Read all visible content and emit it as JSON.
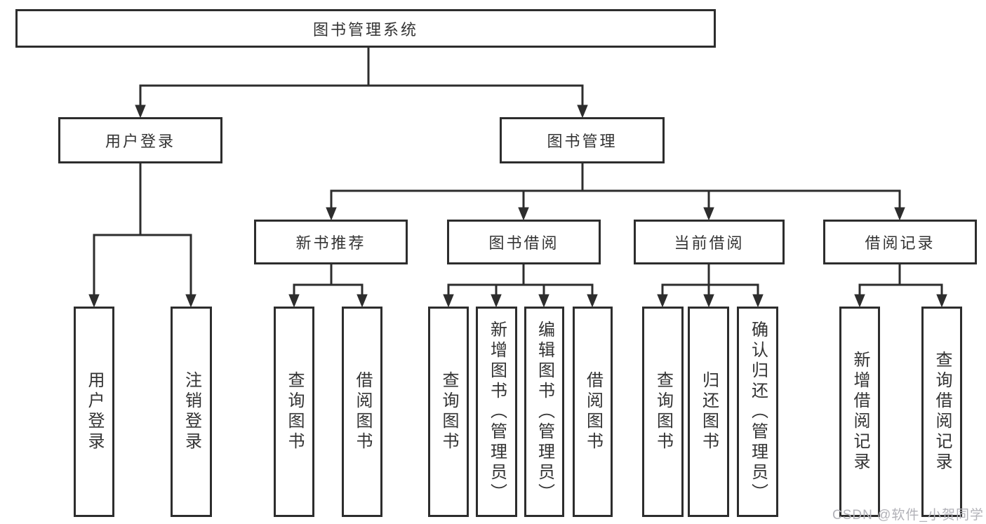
{
  "tree": {
    "label": "图书管理系统",
    "children": [
      {
        "label": "用户登录",
        "children": [
          {
            "label": "用户登录"
          },
          {
            "label": "注销登录"
          }
        ]
      },
      {
        "label": "图书管理",
        "children": [
          {
            "label": "新书推荐",
            "children": [
              {
                "label": "查询图书"
              },
              {
                "label": "借阅图书"
              }
            ]
          },
          {
            "label": "图书借阅",
            "children": [
              {
                "label": "查询图书"
              },
              {
                "label": "新增图书（管理员）"
              },
              {
                "label": "编辑图书（管理员）"
              },
              {
                "label": "借阅图书"
              }
            ]
          },
          {
            "label": "当前借阅",
            "children": [
              {
                "label": "查询图书"
              },
              {
                "label": "归还图书"
              },
              {
                "label": "确认归还（管理员）"
              }
            ]
          },
          {
            "label": "借阅记录",
            "children": [
              {
                "label": "新增借阅记录"
              },
              {
                "label": "查询借阅记录"
              }
            ]
          }
        ]
      }
    ]
  },
  "watermark": "CSDN @软件_小贺同学",
  "colors": {
    "line": "#2d2d2d",
    "text": "#333333",
    "background": "#ffffff",
    "watermark": "#b2b2b8"
  }
}
